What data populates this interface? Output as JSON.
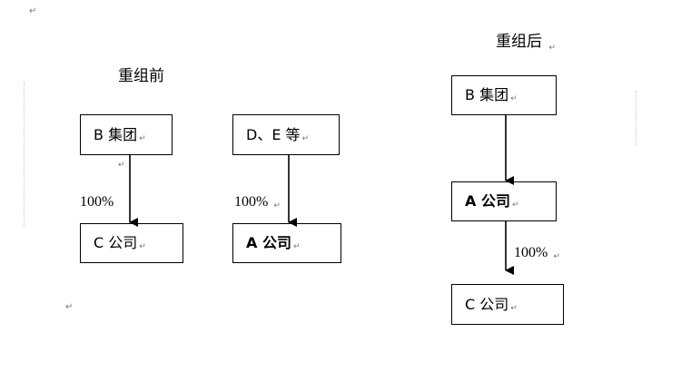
{
  "paragraph_mark": "↵",
  "before": {
    "title": "重组前",
    "group_b": {
      "label": "B 集团"
    },
    "company_c": {
      "label": "C 公司"
    },
    "shareholders_de": {
      "label": "D、E 等"
    },
    "company_a": {
      "label": "A 公司"
    },
    "ownership_b_to_c": "100%",
    "ownership_de_to_a": "100%"
  },
  "after": {
    "title": "重组后",
    "group_b": {
      "label": "B 集团"
    },
    "company_a": {
      "label": "A 公司"
    },
    "company_c": {
      "label": "C 公司"
    },
    "ownership_a_to_c": "100%"
  }
}
